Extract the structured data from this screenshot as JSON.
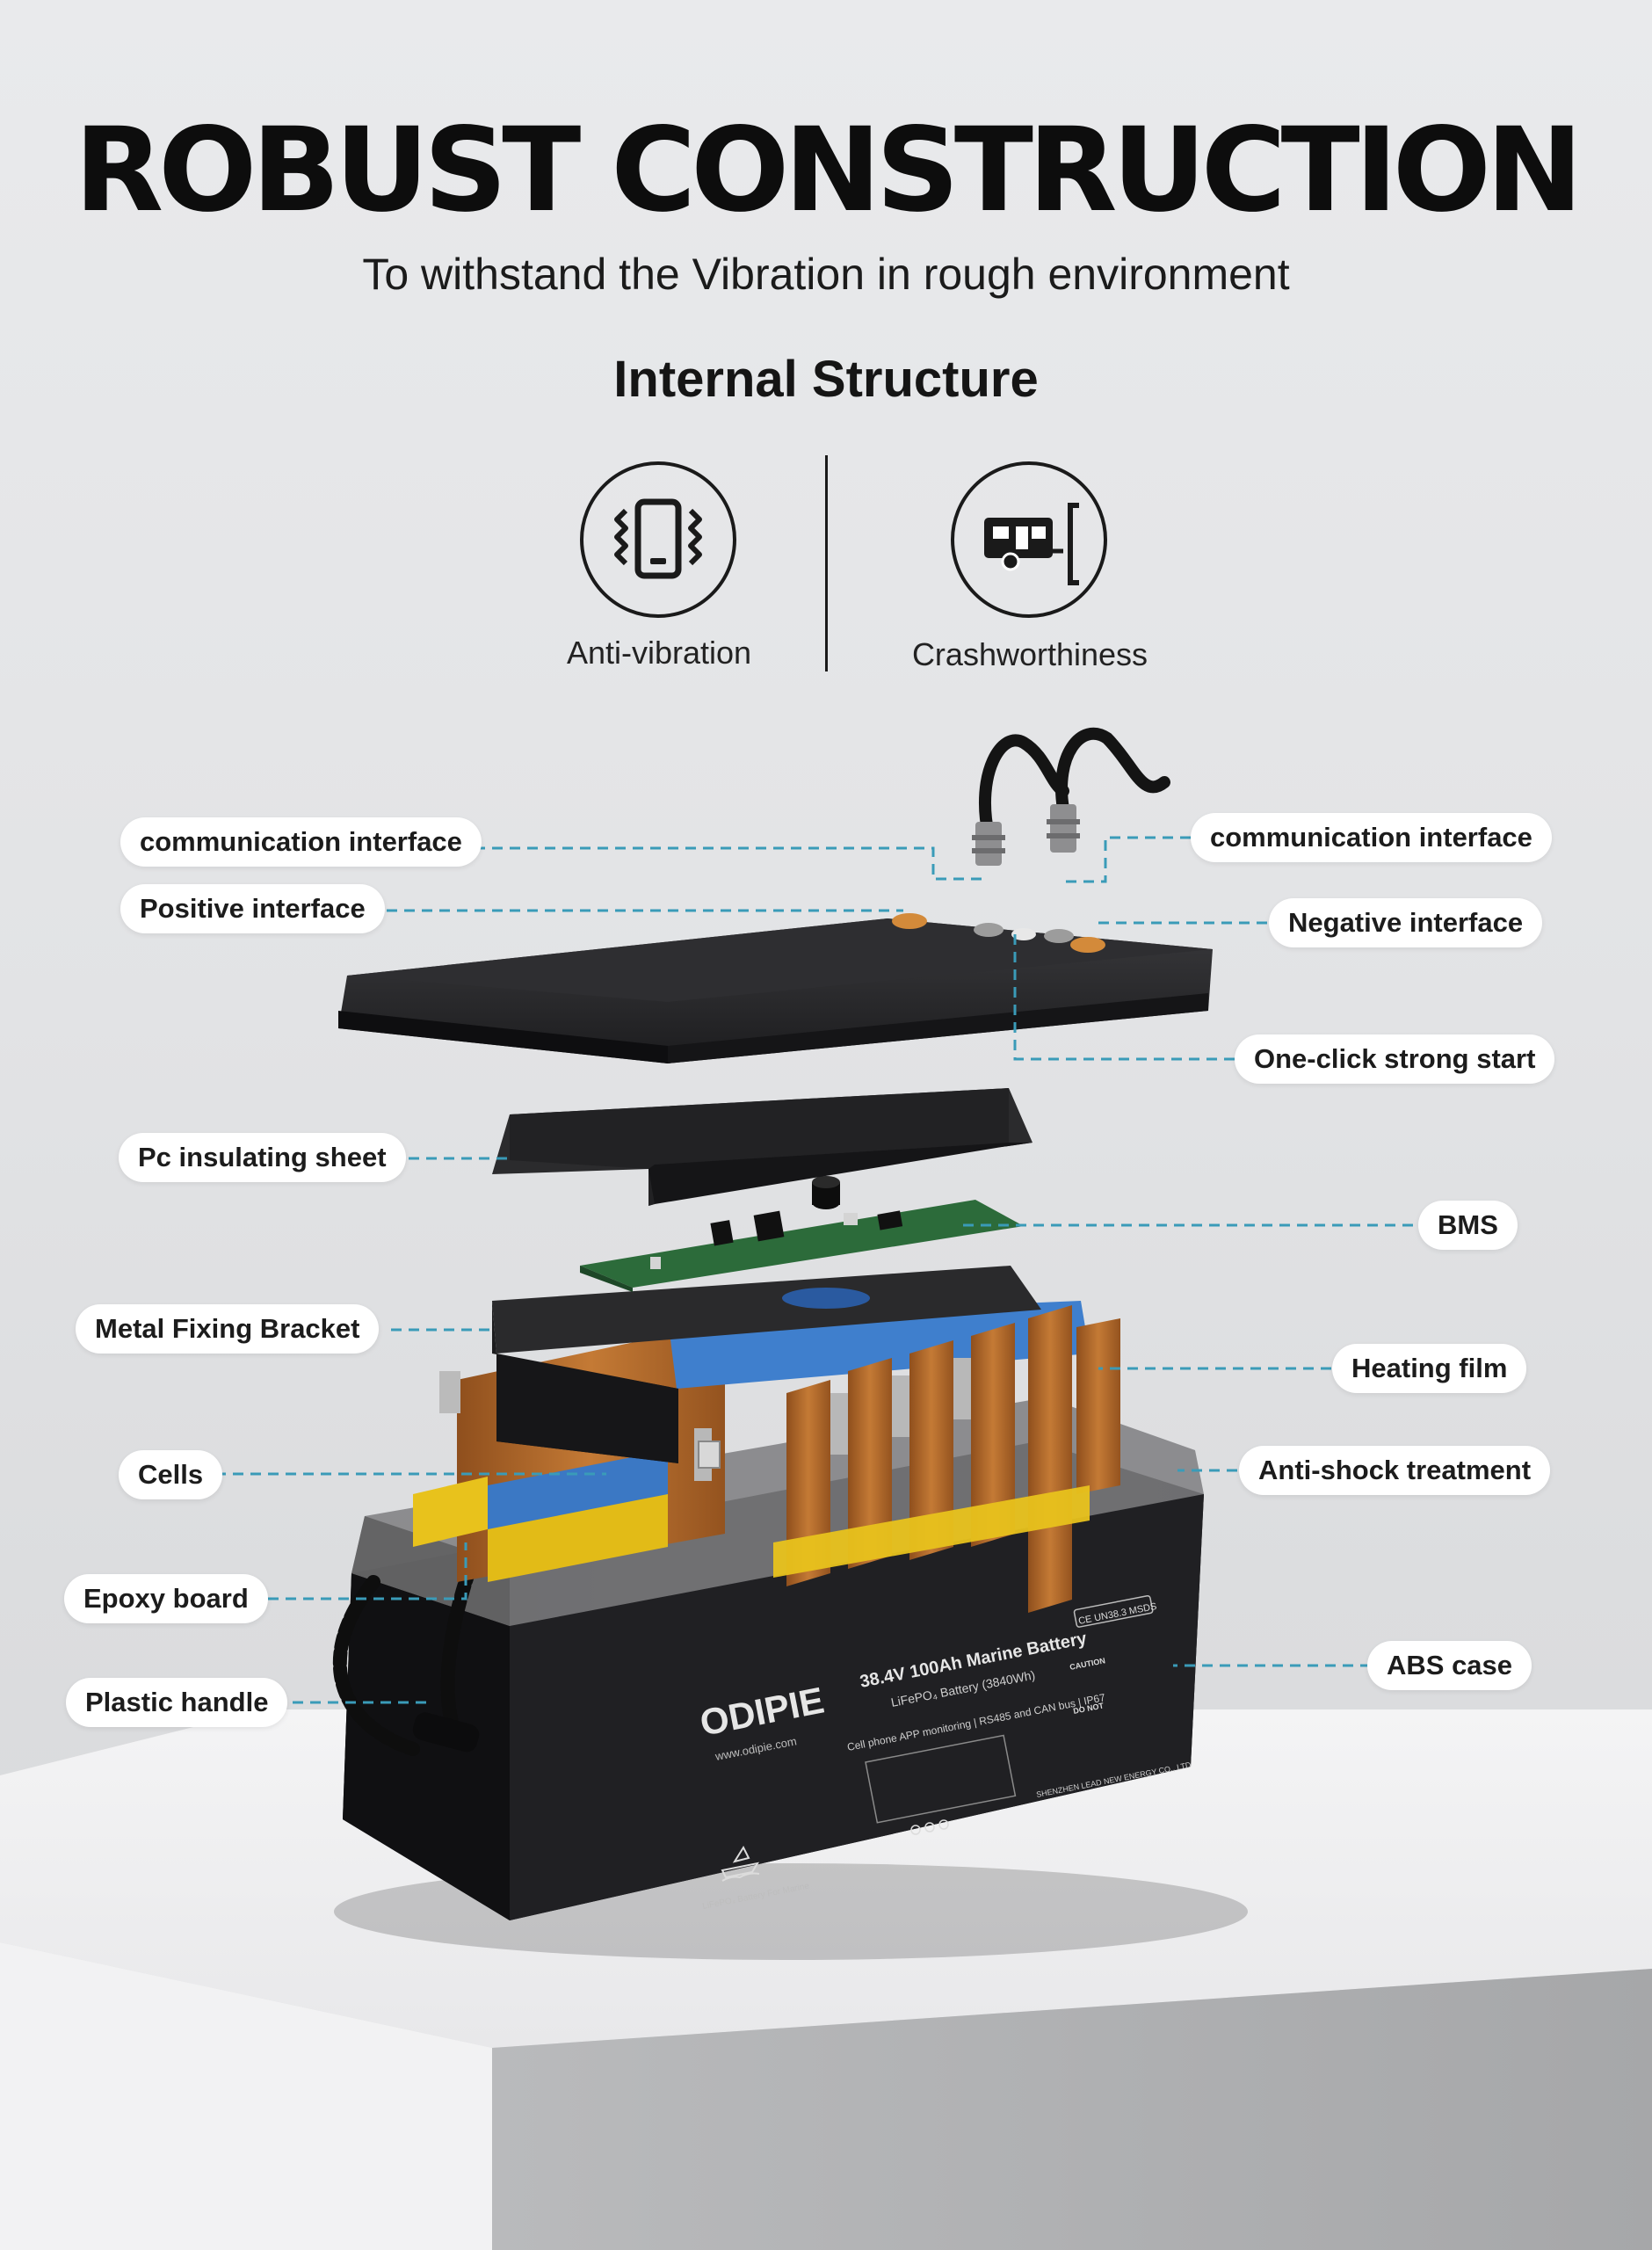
{
  "header": {
    "title": "ROBUST CONSTRUCTION",
    "subtitle": "To withstand the Vibration in rough environment",
    "section_title": "Internal Structure"
  },
  "features": [
    {
      "label": "Anti-vibration",
      "icon": "vibrating-phone-icon"
    },
    {
      "label": "Crashworthiness",
      "icon": "caravan-crash-icon"
    }
  ],
  "callouts": {
    "comm_left": "communication interface",
    "comm_right": "communication interface",
    "positive": "Positive interface",
    "negative": "Negative interface",
    "one_click": "One-click strong start",
    "pc_sheet": "Pc insulating sheet",
    "bms": "BMS",
    "bracket": "Metal Fixing Bracket",
    "heating": "Heating film",
    "cells": "Cells",
    "anti_shock": "Anti-shock treatment",
    "epoxy": "Epoxy board",
    "abs": "ABS case",
    "handle": "Plastic handle"
  },
  "battery_label": {
    "brand": "ODIPIE",
    "website": "www.odipie.com",
    "model": "38.4V 100Ah Marine Battery",
    "chemistry": "LiFePO₄ Battery (3840Wh)",
    "features_line": "Cell phone APP monitoring  |  RS485 and CAN bus  |  IP67",
    "certs": "UN38.3  MSDS",
    "caution": "CAUTION",
    "do_not": "DO NOT",
    "manufacturer": "SHENZHEN LEAD NEW ENERGY CO., LTD",
    "marine_text": "LiFePO₄ Battery For Marine"
  },
  "colors": {
    "leader_line": "#3a9bb8",
    "case": "#1f1f21",
    "cell_blue": "#3b78c4",
    "heating_film": "#b86a2a",
    "epoxy_yellow": "#e8c21c",
    "pcb_green": "#2c6b3a"
  }
}
